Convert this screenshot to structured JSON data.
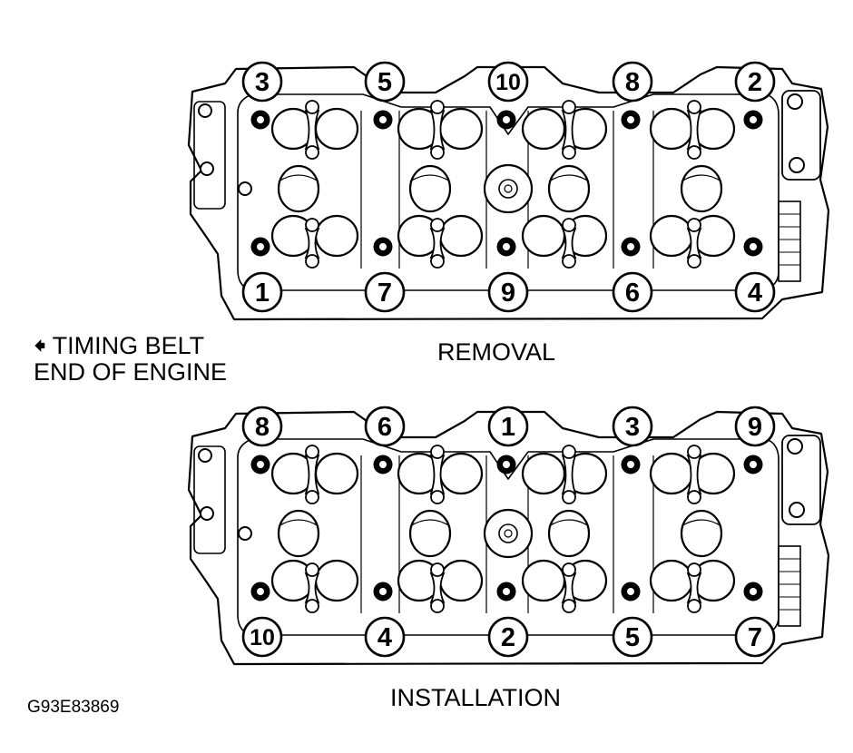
{
  "timing_belt_label": {
    "arrow_icon": "left-arrow-icon",
    "line1": "TIMING BELT",
    "line2": "END OF ENGINE"
  },
  "figure_code": "G93E83869",
  "removal": {
    "caption": "REMOVAL",
    "top_row": [
      "3",
      "5",
      "10",
      "8",
      "2"
    ],
    "bottom_row": [
      "1",
      "7",
      "9",
      "6",
      "4"
    ]
  },
  "installation": {
    "caption": "INSTALLATION",
    "top_row": [
      "8",
      "6",
      "1",
      "3",
      "9"
    ],
    "bottom_row": [
      "10",
      "4",
      "2",
      "5",
      "7"
    ]
  },
  "colors": {
    "line": "#000000",
    "background": "#ffffff"
  }
}
